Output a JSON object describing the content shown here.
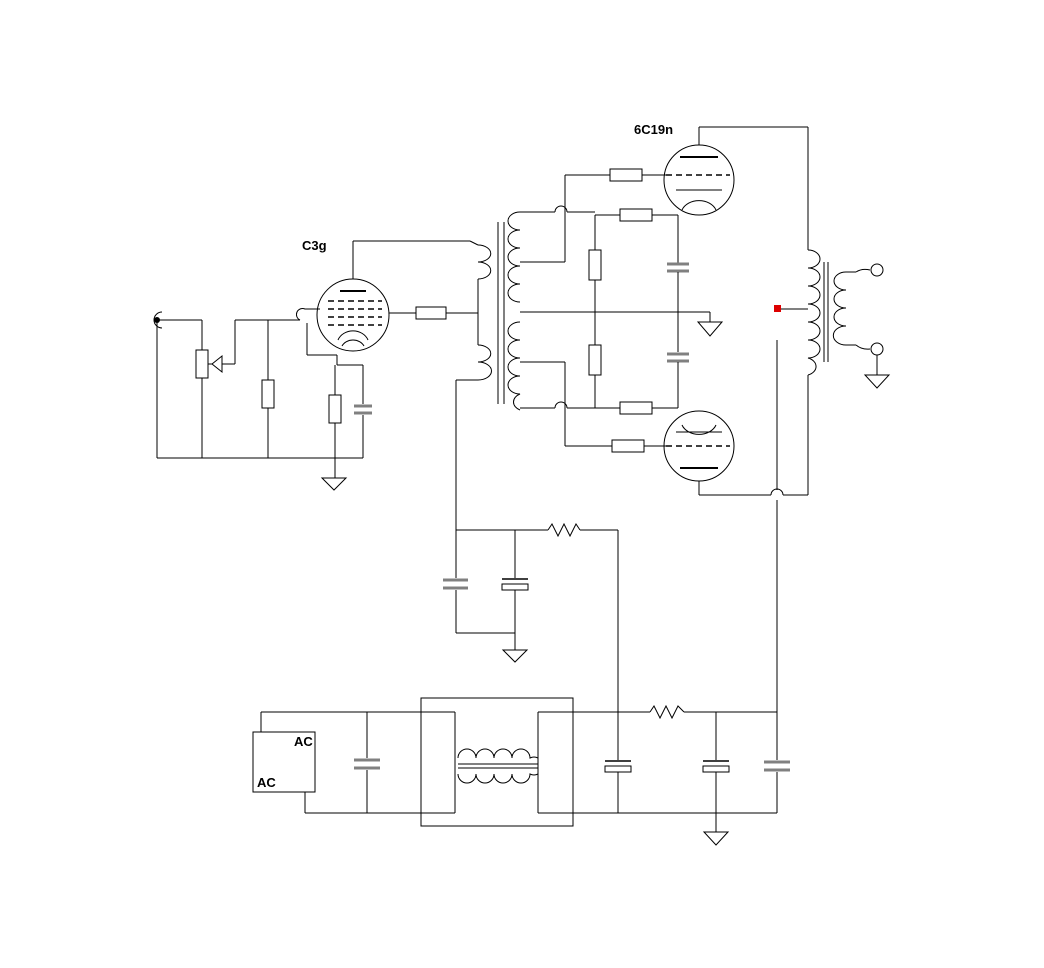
{
  "labels": {
    "driver_tube": "C3g",
    "output_tube": "6C19n",
    "ac_top": "AC",
    "ac_bottom": "AC"
  },
  "colors": {
    "wire": "#000000",
    "capacitor": "#808080",
    "marker": "#dd0000"
  }
}
